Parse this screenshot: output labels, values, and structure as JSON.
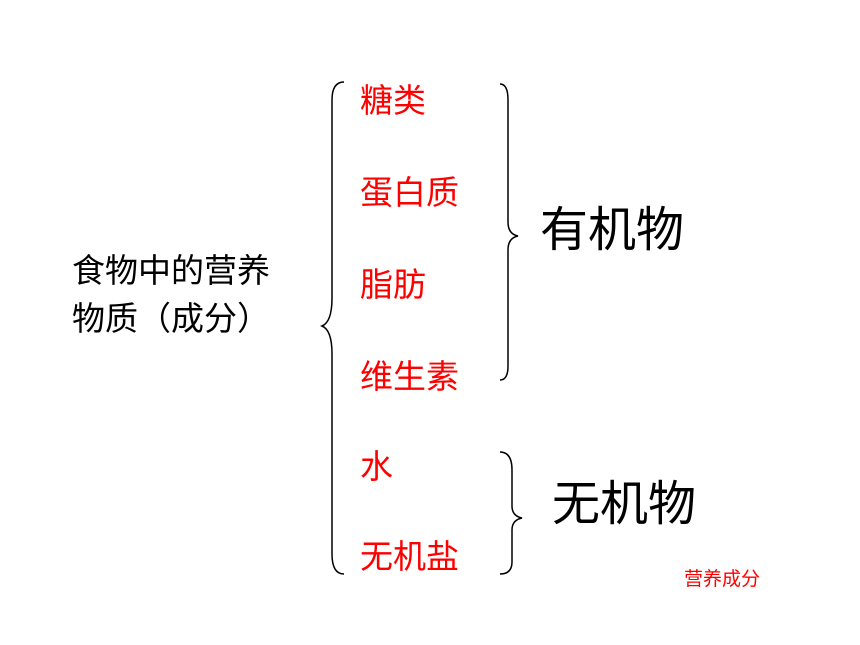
{
  "main_label": {
    "line1": "食物中的营养",
    "line2": "物质（成分）"
  },
  "components": [
    {
      "label": "糖类"
    },
    {
      "label": "蛋白质"
    },
    {
      "label": "脂肪"
    },
    {
      "label": "维生素"
    },
    {
      "label": "水"
    },
    {
      "label": "无机盐"
    }
  ],
  "groups": {
    "organic": "有机物",
    "inorganic": "无机物"
  },
  "footer_label": "营养成分",
  "colors": {
    "component_text": "#ff0000",
    "label_text": "#000000",
    "footer_text": "#ff0000"
  }
}
